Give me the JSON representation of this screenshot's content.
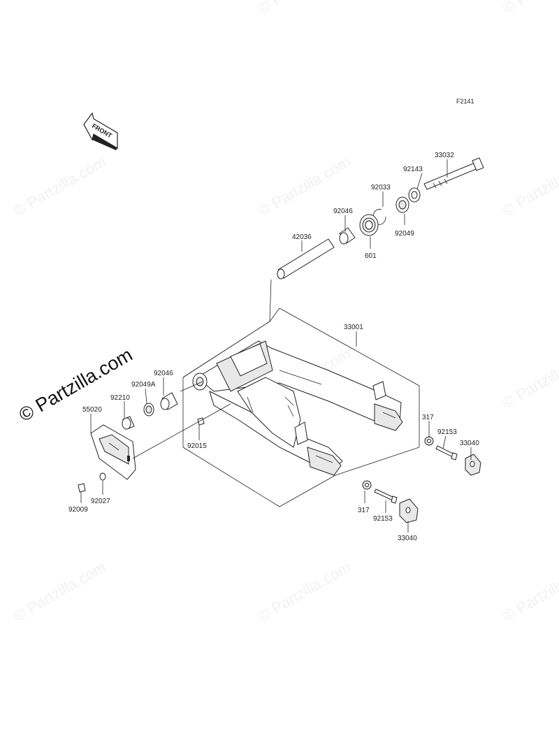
{
  "diagram_code": "F2141",
  "front_marker": "FRONT",
  "watermark": {
    "prominent": "Partzilla.com",
    "faint": "Partzilla.com"
  },
  "parts": [
    {
      "number": "33032"
    },
    {
      "number": "92143"
    },
    {
      "number": "92033"
    },
    {
      "number": "92049"
    },
    {
      "number": "92046"
    },
    {
      "number": "601"
    },
    {
      "number": "42036"
    },
    {
      "number": "33001"
    },
    {
      "number": "92046"
    },
    {
      "number": "92049A"
    },
    {
      "number": "92210"
    },
    {
      "number": "55020"
    },
    {
      "number": "92015"
    },
    {
      "number": "317"
    },
    {
      "number": "92153"
    },
    {
      "number": "33040"
    },
    {
      "number": "317"
    },
    {
      "number": "92153"
    },
    {
      "number": "33040"
    },
    {
      "number": "92027"
    },
    {
      "number": "92009"
    }
  ]
}
